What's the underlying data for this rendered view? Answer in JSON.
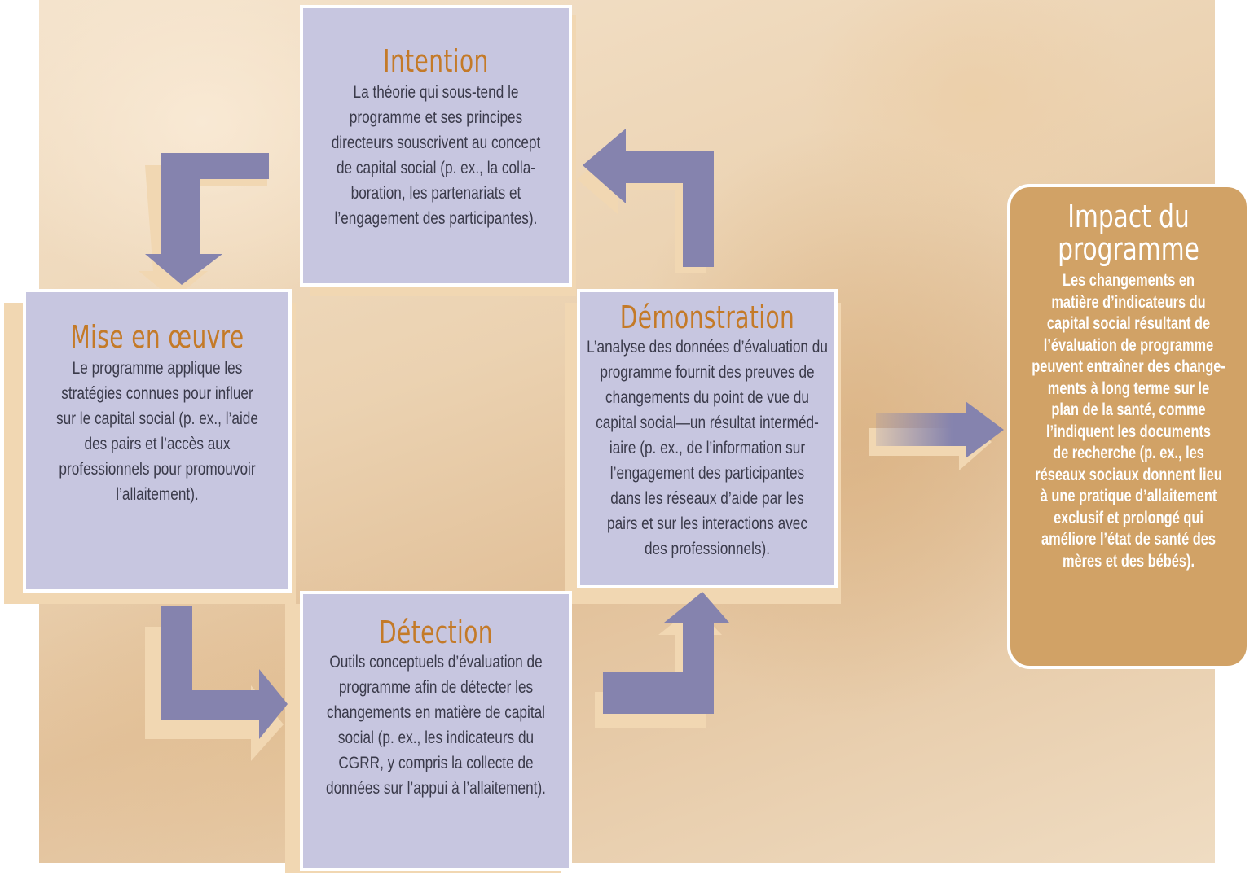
{
  "colors": {
    "box_fill": "#c7c6e0",
    "box_title": "#c47a28",
    "arrow": "#8583ae",
    "impact_fill": "#d1a266",
    "shadow": "#f1d7b2"
  },
  "intention": {
    "title": "Intention",
    "lines": [
      "La théorie qui sous-tend le",
      "programme et ses principes",
      "directeurs souscrivent au concept",
      "de capital social (p. ex., la colla-",
      "boration, les partenariats et",
      "l’engagement des participantes)."
    ]
  },
  "mise_en_oeuvre": {
    "title": "Mise en œuvre",
    "lines": [
      "Le programme applique les",
      "stratégies connues pour influer",
      "sur le capital social (p. ex., l’aide",
      "des pairs et l’accès aux",
      "professionnels pour promouvoir",
      "l’allaitement)."
    ]
  },
  "demonstration": {
    "title": "Démonstration",
    "lines": [
      "L’analyse des données d’évaluation du",
      "programme fournit des preuves de",
      "changements du point de vue du",
      "capital social—un résultat interméd-",
      "iaire (p. ex., de l’information sur",
      "l’engagement des participantes",
      "dans les réseaux d’aide par les",
      "pairs et sur les interactions avec",
      "des professionnels)."
    ]
  },
  "detection": {
    "title": "Détection",
    "lines": [
      "Outils conceptuels d’évaluation de",
      "programme afin de détecter les",
      "changements en matière de capital",
      "social (p. ex., les indicateurs du",
      "CGRR, y compris la collecte de",
      "données sur l’appui à l’allaitement)."
    ]
  },
  "impact": {
    "title_lines": [
      "Impact du",
      "programme"
    ],
    "lines": [
      "Les changements en",
      "matière d’indicateurs du",
      "capital social résultant de",
      "l’évaluation de programme",
      "peuvent entraîner des change-",
      "ments à long terme sur le",
      "plan de la santé, comme",
      "l’indiquent les documents",
      "de recherche (p. ex., les",
      "réseaux sociaux donnent lieu",
      "à une pratique d’allaitement",
      "exclusif et prolongé qui",
      "améliore l’état de santé des",
      "mères et des bébés)."
    ]
  }
}
